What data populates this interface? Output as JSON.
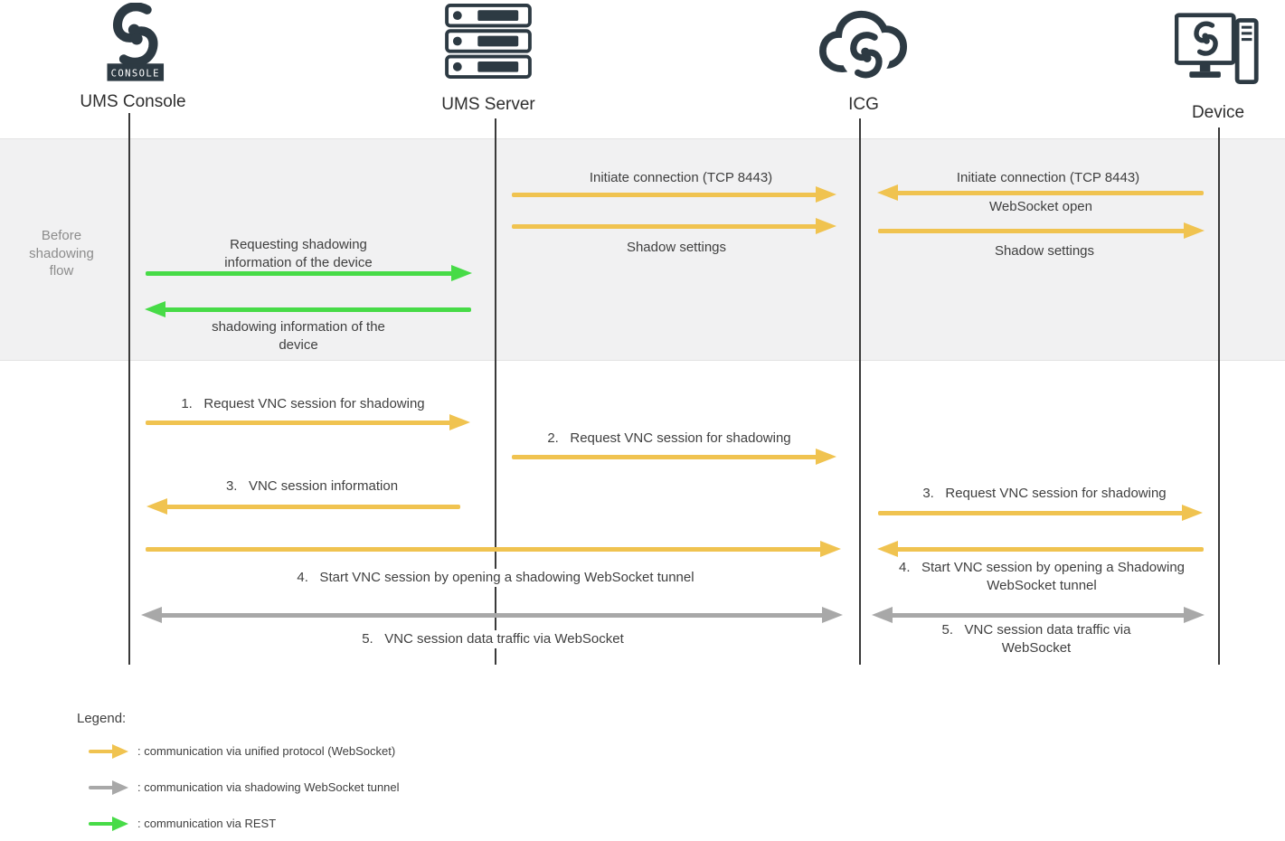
{
  "colors": {
    "yellow": "#F0C350",
    "green": "#47DB47",
    "gray": "#A8A8A8",
    "dark": "#2D3A43",
    "text": "#3F3F3F",
    "muted": "#8C8C8C",
    "band_bg": "#F1F1F2"
  },
  "actors": [
    {
      "label": "UMS Console",
      "icon": "ums-console-logo-icon"
    },
    {
      "label": "UMS Server",
      "icon": "server-rack-icon"
    },
    {
      "label": "ICG",
      "icon": "cloud-gateway-icon"
    },
    {
      "label": "Device",
      "icon": "device-monitor-icon"
    }
  ],
  "console_icon_badge": "CONSOLE",
  "band": {
    "label": "Before shadowing flow"
  },
  "messages": {
    "init_server_icg": "Initiate connection (TCP 8443)",
    "shadow_settings_mid": "Shadow settings",
    "init_device_icg": "Initiate connection (TCP 8443)",
    "websocket_open": "WebSocket open",
    "shadow_settings_right": "Shadow settings",
    "request_shadow_info": "Requesting shadowing information of the device",
    "shadow_info_response": "shadowing information of the device",
    "step1": "1.   Request VNC session for shadowing",
    "step2": "2.   Request VNC session for shadowing",
    "step3_mid": "3.   VNC session information",
    "step3_right": "3.   Request VNC session for shadowing",
    "step4_mid": "4.   Start VNC session by opening a shadowing WebSocket tunnel",
    "step4_right": "4.   Start VNC session by opening a Shadowing WebSocket tunnel",
    "step5_mid": "5.   VNC session data traffic via WebSocket",
    "step5_right": "5.   VNC session data traffic via WebSocket"
  },
  "legend": {
    "title": "Legend:",
    "items": [
      {
        "arrow": "yellow",
        "label": ": communication via unified protocol (WebSocket)"
      },
      {
        "arrow": "gray",
        "label": ": communication via shadowing WebSocket tunnel"
      },
      {
        "arrow": "green",
        "label": ": communication via REST"
      }
    ]
  }
}
